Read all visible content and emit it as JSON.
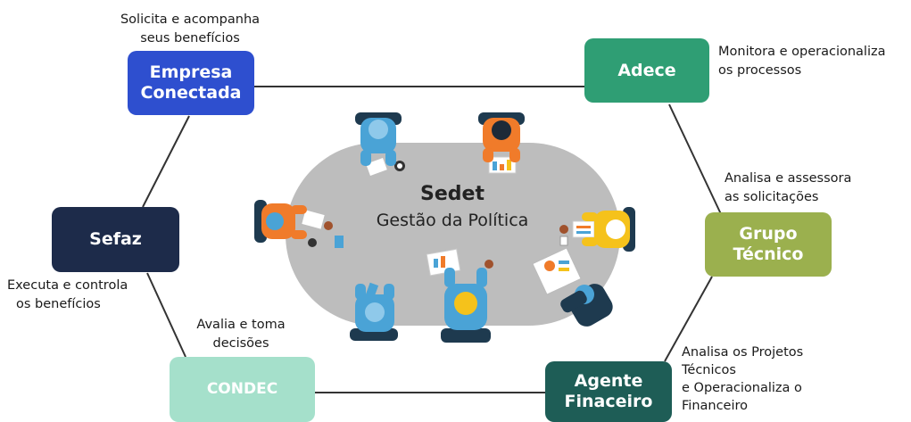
{
  "center": {
    "title": "Sedet",
    "subtitle": "Gestão da Política"
  },
  "nodes": {
    "empresa": {
      "line1": "Empresa",
      "line2": "Conectada",
      "color": "#2e4fcf",
      "caption1": "Solicita e acompanha",
      "caption2": "seus benefícios"
    },
    "adece": {
      "line1": "Adece",
      "color": "#2f9e74",
      "caption1": "Monitora e operacionaliza",
      "caption2": "os processos"
    },
    "grupo": {
      "line1": "Grupo",
      "line2": "Técnico",
      "color": "#9bb04e",
      "caption1": "Analisa e assessora",
      "caption2": "as solicitações"
    },
    "agente": {
      "line1": "Agente",
      "line2": "Finaceiro",
      "color": "#1e5d56",
      "caption1": "Analisa os Projetos",
      "caption2": "Técnicos",
      "caption3": "e Operacionaliza o",
      "caption4": "Financeiro"
    },
    "condec": {
      "line1": "CONDEC",
      "color": "#a5e0cb",
      "caption1": "Avalia e toma",
      "caption2": "decisões"
    },
    "sefaz": {
      "line1": "Sefaz",
      "color": "#1d2b4a",
      "caption1": "Executa e controla",
      "caption2": "os benefícios"
    }
  },
  "colors": {
    "table": "#bdbdbd",
    "connector": "#333333",
    "chair": "#1e3a4f",
    "shirt_blue": "#4aa3d6",
    "shirt_orange": "#f07b2a",
    "shirt_yellow": "#f5c21b"
  }
}
